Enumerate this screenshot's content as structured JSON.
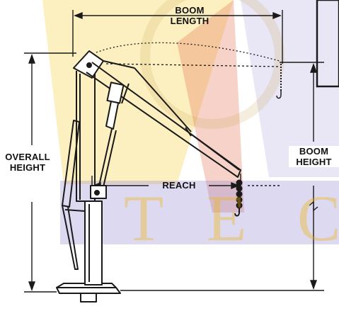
{
  "labels": {
    "boom_length": [
      "BOOM",
      "LENGTH"
    ],
    "overall_height": [
      "OVERALL",
      "HEIGHT"
    ],
    "reach": "REACH",
    "boom_height": [
      "BOOM",
      "HEIGHT"
    ]
  },
  "watermark": {
    "letters": [
      "T",
      "E",
      "C"
    ]
  },
  "colors": {
    "line": "#1a1a1a",
    "watermark_yellow": "#f2c200",
    "watermark_blue": "#7f74c8",
    "watermark_red": "#e0503a"
  }
}
